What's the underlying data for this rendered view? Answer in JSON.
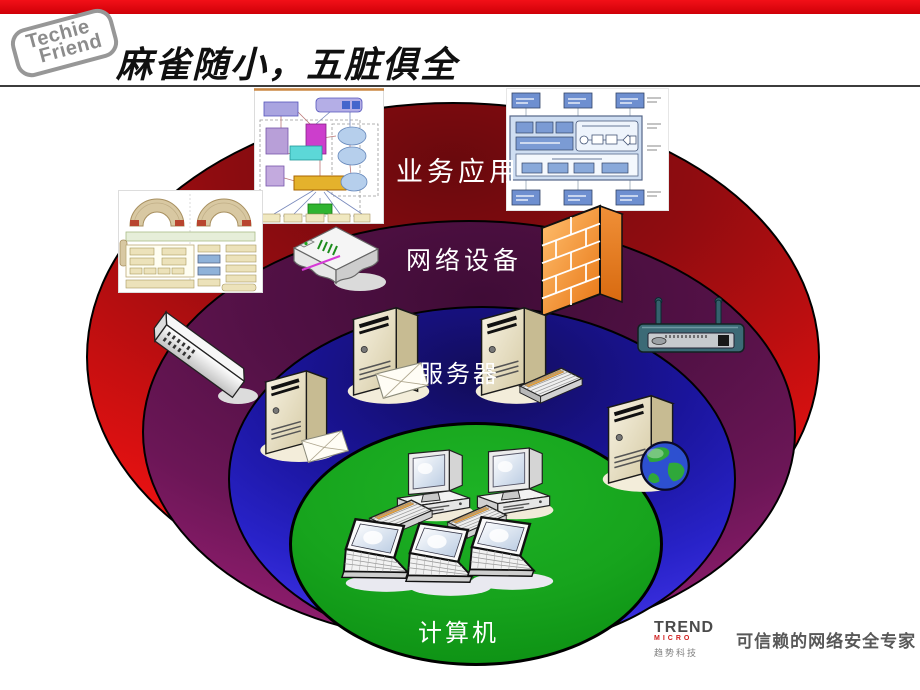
{
  "page": {
    "background": "#ffffff",
    "accent_red": "#e8000b",
    "outline_black": "#000000"
  },
  "header": {
    "stamp": {
      "line1": "Techie",
      "line2": "Friend"
    },
    "title": "麻雀随小，五脏俱全"
  },
  "rings": [
    {
      "name": "business-apps",
      "label": "业务应用",
      "color_hint": "#8f0c10"
    },
    {
      "name": "network-devices",
      "label": "网络设备",
      "color_hint": "#531146"
    },
    {
      "name": "servers",
      "label": "服务器",
      "color_hint": "#2822c8"
    },
    {
      "name": "computers",
      "label": "计算机",
      "color_hint": "#17a41d"
    }
  ],
  "cliparts": [
    "flowchart-diagram",
    "architecture-diagram",
    "blue-architecture-diagram",
    "rack-switch",
    "white-router",
    "firewall-brick-wall",
    "wireless-router",
    "tower-server",
    "mail-server",
    "print-server",
    "web-server",
    "desktop-pc",
    "keyboard",
    "laptop"
  ],
  "footer": {
    "brand_name": "TREND",
    "brand_sub": "MICRO",
    "brand_cn": "趋势科技",
    "tagline": "可信赖的网络安全专家",
    "ball_color": "#e83418"
  }
}
